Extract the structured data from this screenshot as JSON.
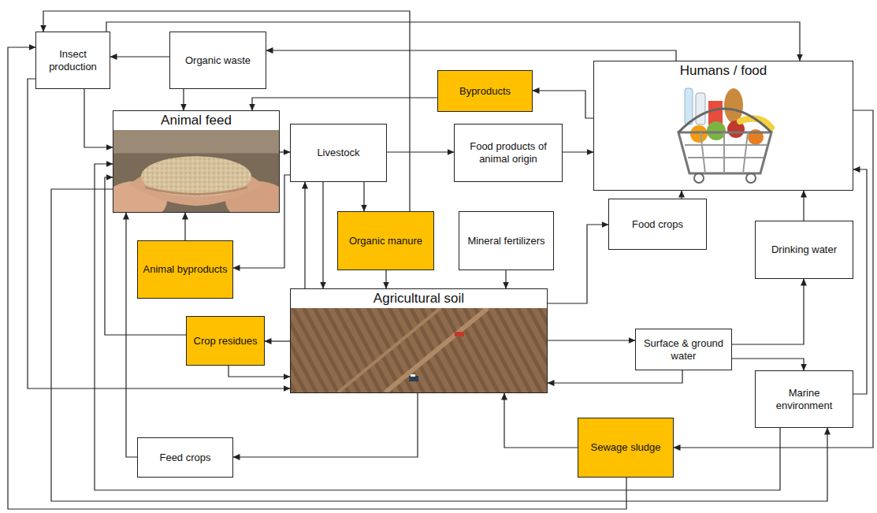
{
  "diagram": {
    "nodes": [
      {
        "text": [
          "Insect production"
        ]
      },
      {
        "text": [
          "Organic waste"
        ]
      },
      {
        "text": [
          "Humans / food"
        ]
      },
      {
        "text": [
          "Byproducts"
        ]
      },
      {
        "text": [
          "Animal feed"
        ]
      },
      {
        "text": [
          "Livestock"
        ]
      },
      {
        "text": [
          "Food products of animal origin"
        ]
      },
      {
        "text": [
          "Organic manure"
        ]
      },
      {
        "text": [
          "Mineral fertilizers"
        ]
      },
      {
        "text": [
          "Food crops"
        ]
      },
      {
        "text": [
          "Animal byproducts"
        ]
      },
      {
        "text": [
          "Drinking water"
        ]
      },
      {
        "text": [
          "Agricultural soil"
        ]
      },
      {
        "text": [
          "Crop residues"
        ]
      },
      {
        "text": [
          "Surface & ground water"
        ]
      },
      {
        "text": [
          "Marine environment"
        ]
      },
      {
        "text": [
          "Sewage sludge"
        ]
      },
      {
        "text": [
          "Feed crops"
        ]
      }
    ],
    "edges": [
      {
        "from": 1,
        "to": 0,
        "arrow": "to"
      },
      {
        "from": 1,
        "to": 4,
        "arrow": "to"
      },
      {
        "from": 0,
        "to": 4,
        "arrow": "to"
      },
      {
        "from": 2,
        "to": 1,
        "arrow": "to"
      },
      {
        "from": 2,
        "to": 3,
        "arrow": "to"
      },
      {
        "from": 3,
        "to": 4,
        "arrow": "to"
      },
      {
        "from": 4,
        "to": 5,
        "arrow": "to"
      },
      {
        "from": 5,
        "to": 6,
        "arrow": "to"
      },
      {
        "from": 6,
        "to": 2,
        "arrow": "to"
      },
      {
        "from": 5,
        "to": 7,
        "arrow": "to"
      },
      {
        "from": 7,
        "to": 12,
        "arrow": "to"
      },
      {
        "from": 8,
        "to": 12,
        "arrow": "to"
      },
      {
        "from": 5,
        "to": 12,
        "arrow": "to"
      },
      {
        "from": 12,
        "to": 5,
        "arrow": "to"
      },
      {
        "from": 5,
        "to": 10,
        "arrow": "to"
      },
      {
        "from": 10,
        "to": 4,
        "arrow": "to"
      },
      {
        "from": 12,
        "to": 9,
        "arrow": "to"
      },
      {
        "from": 9,
        "to": 2,
        "arrow": "to"
      },
      {
        "from": 12,
        "to": 14,
        "arrow": "to"
      },
      {
        "from": 14,
        "to": 12,
        "arrow": "to"
      },
      {
        "from": 14,
        "to": 11,
        "arrow": "to"
      },
      {
        "from": 11,
        "to": 2,
        "arrow": "to"
      },
      {
        "from": 14,
        "to": 15,
        "arrow": "to"
      },
      {
        "from": 15,
        "to": 2,
        "arrow": "to"
      },
      {
        "from": 2,
        "to": 16,
        "arrow": "to"
      },
      {
        "from": 16,
        "to": 12,
        "arrow": "to"
      },
      {
        "from": 16,
        "to": 0,
        "arrow": "to"
      },
      {
        "from": 0,
        "to": 12,
        "arrow": "to"
      },
      {
        "from": 0,
        "to": 2,
        "arrow": "to"
      },
      {
        "from": 7,
        "to": 0,
        "arrow": "to"
      },
      {
        "from": 4,
        "to": 15,
        "arrow": "to"
      },
      {
        "from": 15,
        "to": 4,
        "arrow": "to"
      },
      {
        "from": 12,
        "to": 13,
        "arrow": "to"
      },
      {
        "from": 13,
        "to": 4,
        "arrow": "to"
      },
      {
        "from": 13,
        "to": 12,
        "arrow": "to"
      },
      {
        "from": 12,
        "to": 17,
        "arrow": "to"
      },
      {
        "from": 17,
        "to": 4,
        "arrow": "to"
      }
    ]
  }
}
